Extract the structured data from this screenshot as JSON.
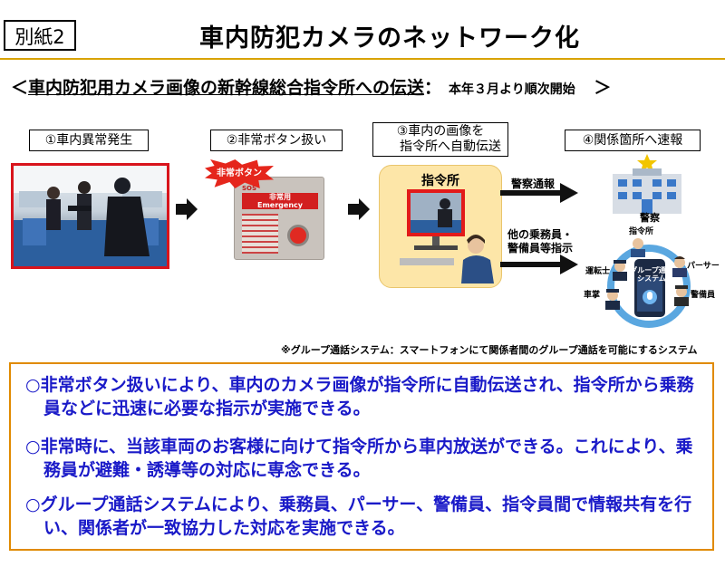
{
  "header": {
    "annex_label": "別紙2",
    "title": "車内防犯カメラのネットワーク化"
  },
  "subtitle": {
    "open_bracket": "＜",
    "text": "車内防犯用カメラ画像の新幹線総合指令所への伝送",
    "colon": "：",
    "schedule": "本年３月より順次開始",
    "close_bracket": "＞"
  },
  "steps": [
    {
      "label": "①車内異常発生"
    },
    {
      "label": "②非常ボタン扱い"
    },
    {
      "label_line1": "③車内の画像を",
      "label_line2": "指令所へ自動伝送"
    },
    {
      "label": "④関係箇所へ速報"
    }
  ],
  "emergency_button": {
    "burst_text": "非常ボタン",
    "sos_text": "SOS",
    "title_ja": "非常用",
    "title_en": "Emergency"
  },
  "control_center": {
    "title": "指令所"
  },
  "flows": {
    "police_report": "警察通報",
    "staff_instruction_line1": "他の乗務員・",
    "staff_instruction_line2": "警備員等指示"
  },
  "police": {
    "label": "警察"
  },
  "group_call": {
    "center_line1": "グループ通話",
    "center_line2": "システム",
    "roles": {
      "dispatcher": "指令所",
      "conductor": "運転士",
      "purser": "パーサー",
      "crew": "車掌",
      "guard": "警備員"
    }
  },
  "footnote": "※グループ通話システム：スマートフォンにて関係者間のグループ通話を可能にするシステム",
  "bullets": [
    "○非常ボタン扱いにより、車内のカメラ画像が指令所に自動伝送され、指令所から乗務員などに迅速に必要な指示が実施できる。",
    "○非常時に、当該車両のお客様に向けて指令所から車内放送ができる。これにより、乗務員が避難・誘導等の対応に専念できる。",
    "○グループ通話システムにより、乗務員、パーサー、警備員、指令員間で情報共有を行い、関係者が一致協力した対応を実施できる。"
  ],
  "colors": {
    "accent_orange": "#e08a00",
    "bullet_blue": "#1a1ac8",
    "photo_border_red": "#d8141c",
    "hq_fill": "#fde6a8"
  }
}
